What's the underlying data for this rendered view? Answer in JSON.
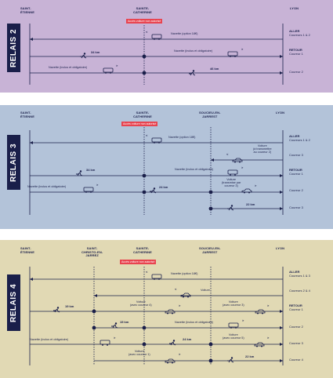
{
  "relais2": {
    "badge": "RELAIS 2",
    "cities": {
      "start": "SAINT-\nÉTIENNE",
      "mid": "SAINTE-\nCATHERINE",
      "end": "LYON"
    },
    "warning": "Accès voiture non autorisé",
    "navette_option": "Navette (option 18€)",
    "navette_inclus": "Navette (inclus et obligatoire)",
    "run1": "34 km",
    "run2": "46 km",
    "aller": "ALLER",
    "aller_sub": "Coureurs 1 & 2",
    "retour": "RETOUR",
    "retour_sub": "Coureur 1",
    "coureur2": "Coureur 2"
  },
  "relais3": {
    "badge": "RELAIS 3",
    "cities": {
      "start": "SAINT-\nÉTIENNE",
      "mid": "SAINTE-\nCATHERINE",
      "mid2": "SOUCIEU-EN-\nJARREST",
      "end": "LYON"
    },
    "warning": "Accès voiture non autorisé",
    "navette_option": "Navette (option 18€)",
    "voiture_transmettre": "Voiture\n(à transmettre\nau coureur 2)",
    "navette_inclus": "Navette (inclus et obligatoire)",
    "voiture_transmise": "Voiture\n(transmise par\ncoureur 3)",
    "run1": "34 km",
    "run2": "24 km",
    "run3": "22 km",
    "aller": "ALLER",
    "aller_sub": "Coureurs 1 & 2",
    "coureur3": "Coureur 3",
    "retour": "RETOUR",
    "retour_sub": "Coureur 1",
    "coureur2": "Coureur 2",
    "coureur3b": "Coureur 3"
  },
  "relais4": {
    "badge": "RELAIS 4",
    "cities": {
      "start": "SAINT-\nÉTIENNE",
      "mid0": "SAINT-\nCHRISTO-EN-\nJARREZ",
      "mid": "SAINTE-\nCATHERINE",
      "mid2": "SOUCIEU-EN-\nJARREST",
      "end": "LYON"
    },
    "warning": "Accès voiture non autorisé",
    "navette_option": "Navette (option 18€)",
    "voiture": "Voiture",
    "voiture_c4": "Voiture\n(avec coureur 4)",
    "voiture_c3": "Voiture\n(avec coureur 3)",
    "navette_inclus": "Navette (inclus et obligatoire)",
    "voiture_c5": "Voiture\n(avec coureur 5)",
    "voiture_c1": "Voiture\n(avec coureur 1)",
    "run1": "19 km",
    "run2": "15 km",
    "run3": "24 km",
    "run4": "22 km",
    "aller": "ALLER",
    "aller_sub": "Coureurs 1 & 3",
    "coureurs24": "Coureurs 2 & 4",
    "retour": "RETOUR",
    "retour_sub": "Coureur 1",
    "coureur2": "Coureur 2",
    "coureur3": "Coureur 3",
    "coureur4": "Coureur 4"
  },
  "colors": {
    "ink": "#1a1f4a",
    "warning": "#e8434f",
    "p2": "#c8b3d6",
    "p3": "#b3c3d9",
    "p4": "#e1d9b4"
  }
}
